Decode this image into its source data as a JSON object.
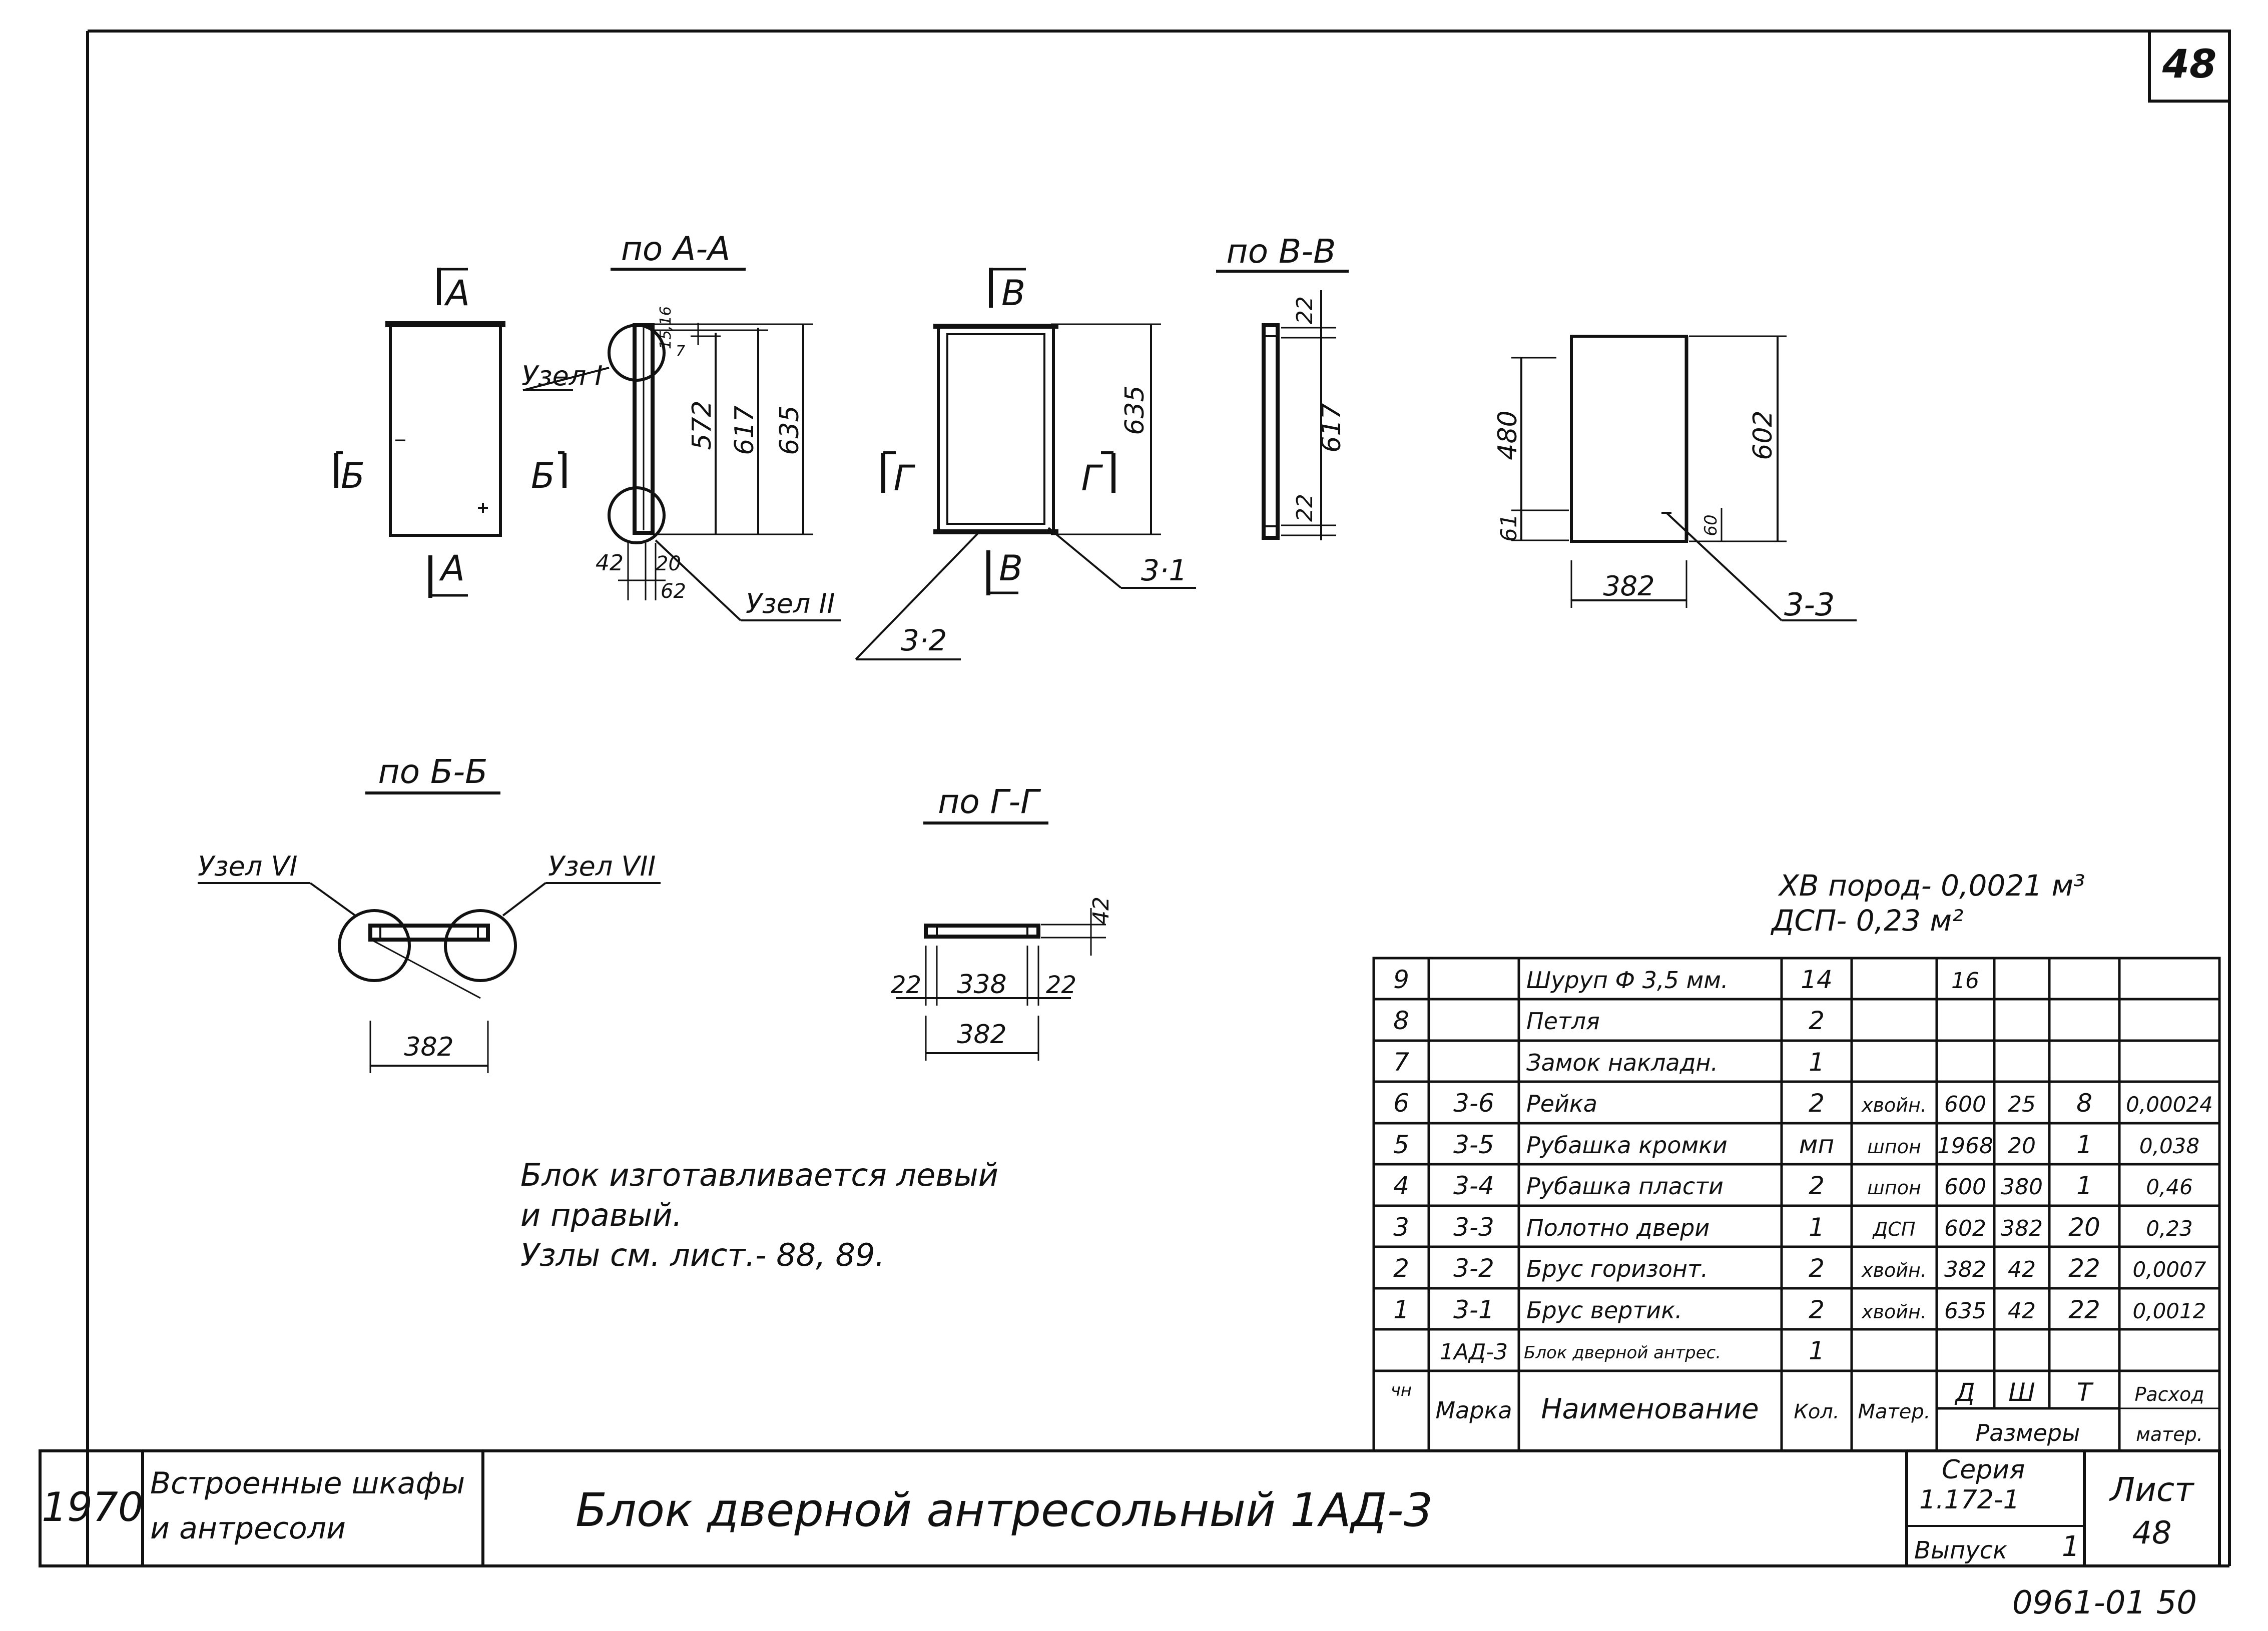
{
  "sheet_number": "48",
  "sections": {
    "aa": "по А-А",
    "vv": "по В-В",
    "bb": "по Б-Б",
    "gg": "по Г-Г"
  },
  "markers": {
    "a": "А",
    "b": "Б",
    "v": "В",
    "g": "Г"
  },
  "nodes": {
    "n1": "Узел I",
    "n2": "Узел II",
    "n6": "Узел VI",
    "n7": "Узел VII"
  },
  "dims": {
    "d635": "635",
    "d617": "617",
    "d572": "572",
    "d1516": "15,16",
    "d7": "7",
    "d42": "42",
    "d20": "20",
    "d62": "62",
    "d22": "22",
    "d480": "480",
    "d61": "61",
    "d602": "602",
    "d60": "60",
    "d382": "382",
    "d338": "338"
  },
  "parts": {
    "p31": "3·1",
    "p32": "3·2",
    "p33": "3-3"
  },
  "notes": {
    "line1": "Блок изготавливается левый",
    "line2": "и правый.",
    "line3": "Узлы см. лист.- 88, 89."
  },
  "materials": {
    "line1": "ХВ пород- 0,0021 м³",
    "line2": "ДСП- 0,23 м²"
  },
  "spec_table": {
    "rows": [
      {
        "n": "9",
        "mark": "",
        "name": "Шуруп Ф 3,5 мм.",
        "qty": "14",
        "mat": "",
        "d": "16",
        "w": "",
        "t": "",
        "use": ""
      },
      {
        "n": "8",
        "mark": "",
        "name": "Петля",
        "qty": "2",
        "mat": "",
        "d": "",
        "w": "",
        "t": "",
        "use": ""
      },
      {
        "n": "7",
        "mark": "",
        "name": "Замок накладн.",
        "qty": "1",
        "mat": "",
        "d": "",
        "w": "",
        "t": "",
        "use": ""
      },
      {
        "n": "6",
        "mark": "3-6",
        "name": "Рейка",
        "qty": "2",
        "mat": "хвойн.",
        "d": "600",
        "w": "25",
        "t": "8",
        "use": "0,00024"
      },
      {
        "n": "5",
        "mark": "3-5",
        "name": "Рубашка кромки",
        "qty": "мп",
        "mat": "шпон",
        "d": "1968",
        "w": "20",
        "t": "1",
        "use": "0,038"
      },
      {
        "n": "4",
        "mark": "3-4",
        "name": "Рубашка пласти",
        "qty": "2",
        "mat": "шпон",
        "d": "600",
        "w": "380",
        "t": "1",
        "use": "0,46"
      },
      {
        "n": "3",
        "mark": "3-3",
        "name": "Полотно двери",
        "qty": "1",
        "mat": "ДСП",
        "d": "602",
        "w": "382",
        "t": "20",
        "use": "0,23"
      },
      {
        "n": "2",
        "mark": "3-2",
        "name": "Брус горизонт.",
        "qty": "2",
        "mat": "хвойн.",
        "d": "382",
        "w": "42",
        "t": "22",
        "use": "0,0007"
      },
      {
        "n": "1",
        "mark": "3-1",
        "name": "Брус вертик.",
        "qty": "2",
        "mat": "хвойн.",
        "d": "635",
        "w": "42",
        "t": "22",
        "use": "0,0012"
      },
      {
        "n": "",
        "mark": "1АД-3",
        "name": "Блок дверной антрес.",
        "qty": "1",
        "mat": "",
        "d": "",
        "w": "",
        "t": "",
        "use": ""
      }
    ],
    "header": {
      "n": "чн",
      "mark": "Марка",
      "name": "Наименование",
      "qty": "Кол.",
      "mat": "Матер.",
      "d": "Д",
      "w": "Ш",
      "t": "Т",
      "sizes": "Размеры",
      "use1": "Расход",
      "use2": "матер."
    }
  },
  "title_block": {
    "year": "1970",
    "subject1": "Встроенные шкафы",
    "subject2": "и антресоли",
    "title": "Блок дверной антресольный 1АД-3",
    "series_label": "Серия",
    "series_value": "1.172-1",
    "issue_label": "Выпуск",
    "issue_value": "1",
    "sheet_label": "Лист",
    "sheet_value": "48"
  },
  "footer_code": "0961-01 50"
}
